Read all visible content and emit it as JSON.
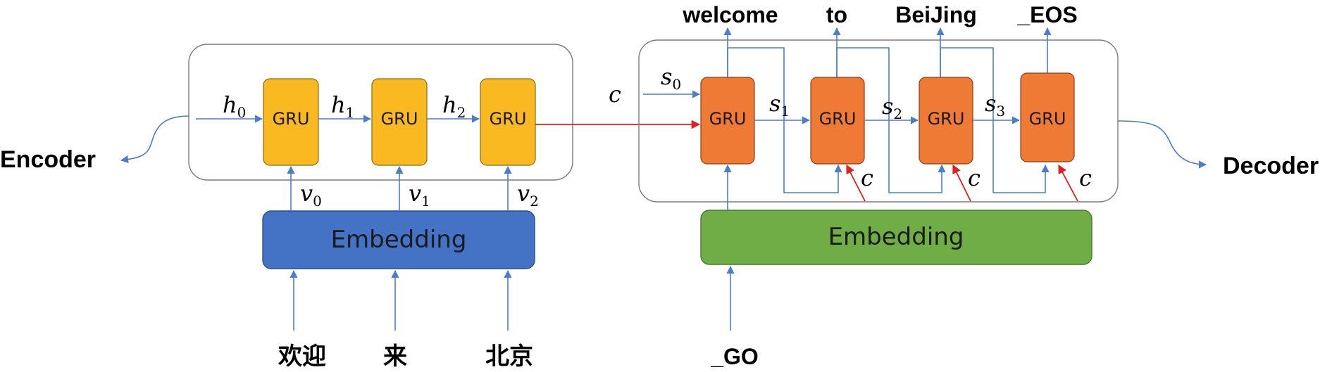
{
  "encoder": {
    "label": "Encoder",
    "cell_label": "GRU",
    "embedding_label": "Embedding",
    "inputs": [
      "欢迎",
      "来",
      "北京"
    ],
    "hidden_states": [
      {
        "base": "h",
        "sub": "0"
      },
      {
        "base": "h",
        "sub": "1"
      },
      {
        "base": "h",
        "sub": "2"
      }
    ],
    "embeddings": [
      {
        "base": "v",
        "sub": "0"
      },
      {
        "base": "v",
        "sub": "1"
      },
      {
        "base": "v",
        "sub": "2"
      }
    ]
  },
  "context": {
    "label": "c"
  },
  "decoder": {
    "label": "Decoder",
    "cell_label": "GRU",
    "embedding_label": "Embedding",
    "input": "_GO",
    "outputs": [
      "welcome",
      "to",
      "BeiJing",
      "_EOS"
    ],
    "states": [
      {
        "base": "s",
        "sub": "0"
      },
      {
        "base": "s",
        "sub": "1"
      },
      {
        "base": "s",
        "sub": "2"
      },
      {
        "base": "s",
        "sub": "3"
      }
    ],
    "context_labels": [
      "c",
      "c",
      "c"
    ]
  },
  "colors": {
    "encoder_gru": "#FBB921",
    "decoder_gru": "#EF7A35",
    "encoder_embedding": "#4472C4",
    "decoder_embedding": "#70AD47",
    "arrow": "#4A7FC8",
    "context_arrow": "#E02020"
  }
}
